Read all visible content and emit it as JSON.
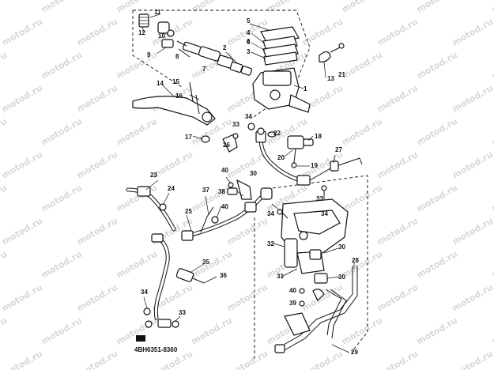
{
  "watermark": "motod.ru",
  "diagram_code": "4BH6351-8360",
  "callouts": [
    "1",
    "2",
    "3",
    "4",
    "5",
    "6",
    "7",
    "8",
    "9",
    "10",
    "11",
    "12",
    "13",
    "14",
    "15",
    "16",
    "17",
    "18",
    "19",
    "20",
    "21",
    "22",
    "23",
    "24",
    "25",
    "26",
    "27",
    "28",
    "29",
    "30",
    "31",
    "32",
    "33",
    "34",
    "35",
    "36",
    "37",
    "38",
    "39",
    "40"
  ]
}
